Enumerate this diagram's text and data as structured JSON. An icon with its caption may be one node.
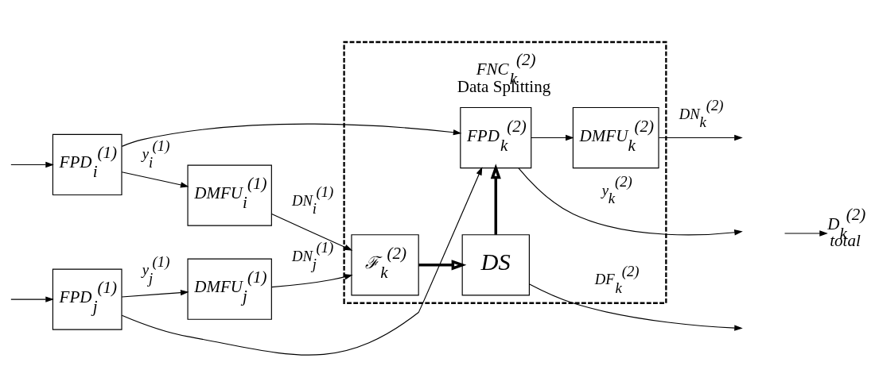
{
  "diagram": {
    "nodes": [
      {
        "text": [
          "FNC$_{k}$$^{(2)}$",
          "Data Splitting"
        ]
      },
      {
        "text": [
          "FPD$_{i}$$^{(1)}$"
        ]
      },
      {
        "text": [
          "FPD$_{j}$$^{(1)}$"
        ]
      },
      {
        "text": [
          "DMFU$_{i}$$^{(1)}$"
        ]
      },
      {
        "text": [
          "DMFU$_{j}$$^{(1)}$"
        ]
      },
      {
        "text": [
          "ℱ$_{k}$$^{(2)}$"
        ],
        "in": 0
      },
      {
        "text": [
          "DS"
        ],
        "in": 0
      },
      {
        "text": [
          "FPD$_{k}$$^{(2)}$"
        ],
        "in": 0
      },
      {
        "text": [
          "DMFU$_{k}$$^{(2)}$"
        ],
        "in": 0
      },
      {
        "text": [
          "D$_{k}$$^{(2)}$ total"
        ]
      }
    ],
    "edges": [
      {
        "from": null,
        "to": 1,
        "arrow": "to"
      },
      {
        "from": null,
        "to": 2,
        "arrow": "to"
      },
      {
        "from": 1,
        "to": 3,
        "arrow": "to",
        "label": "y$_{i}$$^{(1)}$"
      },
      {
        "from": 2,
        "to": 4,
        "arrow": "to",
        "label": "y$_{j}$$^{(1)}$"
      },
      {
        "from": 3,
        "to": 5,
        "arrow": "to",
        "label": "DN$_{i}$$^{(1)}$"
      },
      {
        "from": 4,
        "to": 5,
        "arrow": "to",
        "label": "DN$_{j}$$^{(1)}$"
      },
      {
        "from": 5,
        "to": 6,
        "arrow": "to",
        "style": "thick"
      },
      {
        "from": 6,
        "to": 7,
        "arrow": "to",
        "style": "thick"
      },
      {
        "from": 2,
        "to": 7,
        "arrow": "to"
      },
      {
        "from": 1,
        "to": 7,
        "arrow": "to"
      },
      {
        "from": 6,
        "to": null,
        "arrow": "to",
        "label": "DF$_{k}$$^{(2)}$"
      },
      {
        "from": 7,
        "to": 8,
        "arrow": "to"
      },
      {
        "from": 8,
        "to": null,
        "arrow": "to",
        "label": "DN$_{k}$$^{(2)}$"
      },
      {
        "from": 7,
        "to": null,
        "arrow": "to",
        "label": "y$_{k}$$^{(2)}$"
      },
      {
        "from": null,
        "to": 9,
        "arrow": "to"
      }
    ]
  }
}
